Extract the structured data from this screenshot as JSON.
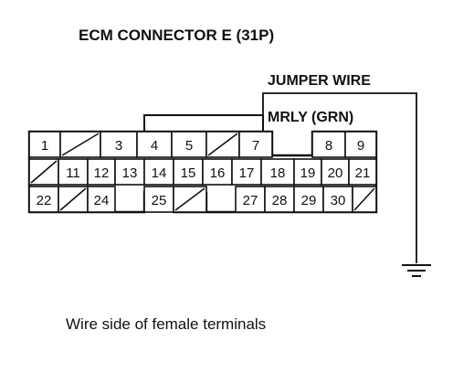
{
  "title": "ECM CONNECTOR E (31P)",
  "jumper_label": "JUMPER WIRE",
  "mrly_label": "MRLY (GRN)",
  "caption": "Wire side of female terminals",
  "rows": [
    [
      "1",
      "/",
      "3",
      "4",
      "5",
      "/",
      "7",
      "",
      "8",
      "9"
    ],
    [
      "/",
      "11",
      "12",
      "13",
      "14",
      "15",
      "16",
      "17",
      "18",
      "19",
      "20",
      "21"
    ],
    [
      "22",
      "/",
      "24",
      "",
      "25",
      "/",
      "",
      "27",
      "28",
      "29",
      "30",
      "/"
    ]
  ]
}
